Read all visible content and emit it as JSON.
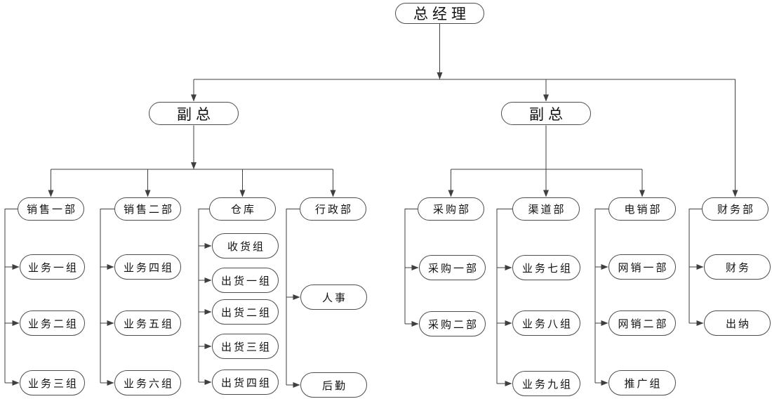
{
  "diagram": {
    "root": "总经理",
    "vice_presidents": [
      "副总",
      "副总"
    ],
    "departments": [
      {
        "label": "销售一部",
        "children": [
          "业务一组",
          "业务二组",
          "业务三组"
        ]
      },
      {
        "label": "销售二部",
        "children": [
          "业务四组",
          "业务五组",
          "业务六组"
        ]
      },
      {
        "label": "仓库",
        "children": [
          "收货组",
          "出货一组",
          "出货二组",
          "出货三组",
          "出货四组"
        ]
      },
      {
        "label": "行政部",
        "children": [
          "人事",
          "后勤"
        ]
      },
      {
        "label": "采购部",
        "children": [
          "采购一部",
          "采购二部"
        ]
      },
      {
        "label": "渠道部",
        "children": [
          "业务七组",
          "业务八组",
          "业务九组"
        ]
      },
      {
        "label": "电销部",
        "children": [
          "网销一部",
          "网销二部",
          "推广组"
        ]
      },
      {
        "label": "财务部",
        "children": [
          "财务",
          "出纳"
        ]
      }
    ]
  },
  "colors": {
    "background": "#ffffff",
    "node_fill": "#ffffff",
    "node_border": "#4d4d4d",
    "connector": "#3f3f3f",
    "text": "#111111"
  }
}
